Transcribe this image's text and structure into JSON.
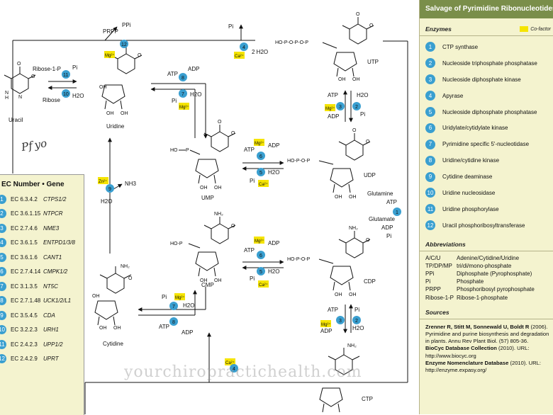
{
  "title": "Salvage of Pyrimidine Ribonucleotides",
  "ec_panel": {
    "header": "EC Number • Gene",
    "rows": [
      {
        "num": "1",
        "ec": "EC 6.3.4.2",
        "gene": "CTPS1/2"
      },
      {
        "num": "2",
        "ec": "EC 3.6.1.15",
        "gene": "NTPCR"
      },
      {
        "num": "3",
        "ec": "EC 2.7.4.6",
        "gene": "NME3"
      },
      {
        "num": "4",
        "ec": "EC 3.6.1.5",
        "gene": "ENTPD1/3/8"
      },
      {
        "num": "5",
        "ec": "EC 3.6.1.6",
        "gene": "CANT1"
      },
      {
        "num": "6",
        "ec": "EC 2.7.4.14",
        "gene": "CMPK1/2"
      },
      {
        "num": "7",
        "ec": "EC 3.1.3.5",
        "gene": "NT5C"
      },
      {
        "num": "8",
        "ec": "EC 2.7.1.48",
        "gene": "UCK1/2/L1"
      },
      {
        "num": "9",
        "ec": "EC 3.5.4.5",
        "gene": "CDA"
      },
      {
        "num": "10",
        "ec": "EC 3.2.2.3",
        "gene": "URH1"
      },
      {
        "num": "11",
        "ec": "EC 2.4.2.3",
        "gene": "UPP1/2"
      },
      {
        "num": "12",
        "ec": "EC 2.4.2.9",
        "gene": "UPRT"
      }
    ]
  },
  "sidebar": {
    "enzymes_header": "Enzymes",
    "cofactor_label": "Co-factor",
    "cofactor_color": "#f5e400",
    "accent_color": "#3a9fd0",
    "title_color": "#7a8e4a",
    "enzymes": [
      {
        "num": "1",
        "name": "CTP synthase"
      },
      {
        "num": "2",
        "name": "Nucleoside triphosphate phosphatase"
      },
      {
        "num": "3",
        "name": "Nucleoside diphosphate kinase"
      },
      {
        "num": "4",
        "name": "Apyrase"
      },
      {
        "num": "5",
        "name": "Nucleoside diphosphate phosphatase"
      },
      {
        "num": "6",
        "name": "Uridylate/cytidylate kinase"
      },
      {
        "num": "7",
        "name": "Pyrimidine specific 5'-nucleotidase"
      },
      {
        "num": "8",
        "name": "Uridine/cytidine kinase"
      },
      {
        "num": "9",
        "name": "Cytidine deaminase"
      },
      {
        "num": "10",
        "name": "Uridine nucleosidase"
      },
      {
        "num": "11",
        "name": "Uridine phosphorylase"
      },
      {
        "num": "12",
        "name": "Uracil phosphoribosyltransferase"
      }
    ],
    "abbreviations_header": "Abbreviations",
    "abbreviations": [
      {
        "abbr": "A/C/U",
        "full": "Adenine/Cytidine/Uridine"
      },
      {
        "abbr": "TP/DP/MP",
        "full": "tri/di/mono-phosphate"
      },
      {
        "abbr": "PPi",
        "full": "Diphosphate (Pyrophosphate)"
      },
      {
        "abbr": "Pi",
        "full": "Phosphate"
      },
      {
        "abbr": "PRPP",
        "full": "Phosphoribosyl pyrophosphate"
      },
      {
        "abbr": "Ribose-1-P",
        "full": "Ribose-1-phosphate"
      }
    ],
    "sources_header": "Sources",
    "sources": {
      "ref1_authors": "Zrenner R, Stitt M, Sonnewald U, Boldt R",
      "ref1_text": "(2006). Pyrimidine and purine biosynthesis and degradation in plants. Annu Rev Plant Biol. (57) 805-36.",
      "ref2_title": "BioCyc Database Collection",
      "ref2_text": "(2010). URL: http://www.biocyc.org",
      "ref3_title": "Enzyme Nomenclature Database",
      "ref3_text": "(2010). URL: http://enzyme.expasy.org/"
    }
  },
  "diagram": {
    "molecules": {
      "uracil": "Uracil",
      "uridine": "Uridine",
      "ump": "UMP",
      "udp": "UDP",
      "utp": "UTP",
      "cmp": "CMP",
      "cdp": "CDP",
      "ctp": "CTP",
      "cytidine": "Cytidine"
    },
    "labels": {
      "prpp": "PRPP",
      "ppi": "PPi",
      "ribose_1_p": "Ribose-1-P",
      "pi": "Pi",
      "ribose": "Ribose",
      "h2o": "H2O",
      "two_h2o": "2 H2O",
      "atp": "ATP",
      "adp": "ADP",
      "nh3": "NH3",
      "glutamine": "Glutamine",
      "glutamate": "Glutamate",
      "mg": "Mg2+",
      "ca": "Ca2+",
      "zn": "Zn2+"
    },
    "signature": "Pf yo",
    "watermark": "yourchiropractichealth.com"
  }
}
